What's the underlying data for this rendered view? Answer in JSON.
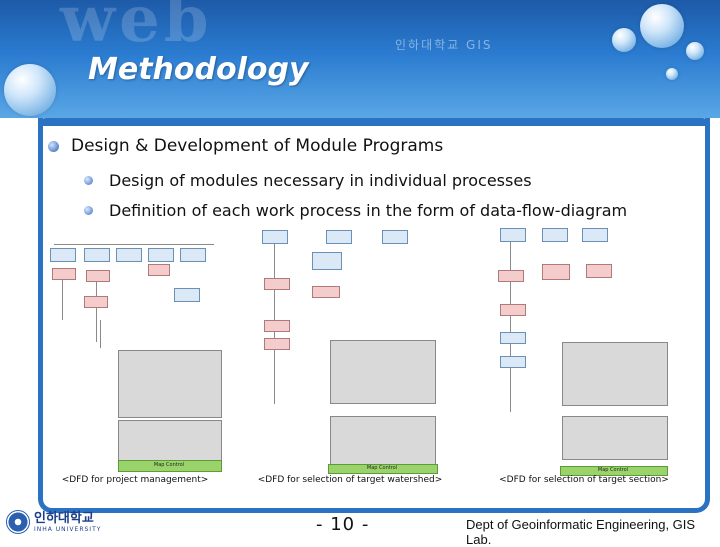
{
  "header": {
    "title": "Methodology",
    "ghost_text": "web",
    "ghost_subtext": "인하대학교 GIS"
  },
  "content": {
    "level1": "Design & Development of Module Programs",
    "level2": [
      "Design of modules necessary in individual processes",
      "Definition of each work process in the form of data-flow-diagram"
    ]
  },
  "figures": [
    {
      "caption": "<DFD for project management>",
      "control_label": "Map Control"
    },
    {
      "caption": "<DFD for selection of target watershed>",
      "control_label": "Map Control"
    },
    {
      "caption": "<DFD for selection of target section>",
      "control_label": "Map Control"
    }
  ],
  "footer": {
    "logo_ko": "인하대학교",
    "logo_en": "INHA UNIVERSITY",
    "page_number": "- 10 -",
    "department": "Dept of Geoinformatic Engineering, GIS Lab."
  },
  "colors": {
    "header_blue": "#2a7bd0",
    "frame_blue": "#2b73c2",
    "control_green": "#9bd36b"
  }
}
